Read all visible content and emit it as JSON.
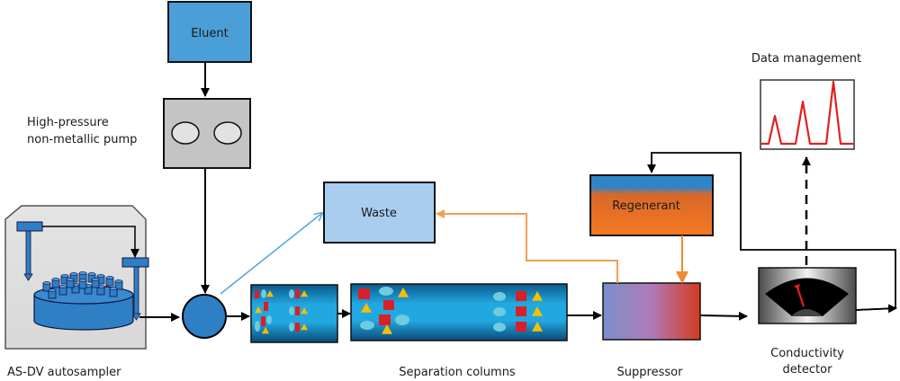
{
  "diagram": {
    "title": "Ion chromatography system flow",
    "components": {
      "eluent": {
        "label": "Eluent"
      },
      "pump": {
        "label_line1": "High-pressure",
        "label_line2": "non-metallic pump"
      },
      "autosampler": {
        "label": "AS-DV autosampler"
      },
      "waste": {
        "label": "Waste"
      },
      "columns": {
        "label": "Separation columns"
      },
      "regenerant": {
        "label": "Regenerant"
      },
      "suppressor": {
        "label": "Suppressor"
      },
      "detector": {
        "label_line1": "Conductivity",
        "label_line2": "detector"
      },
      "data": {
        "label": "Data management"
      }
    },
    "colors": {
      "eluent": "#4a9fd8",
      "pump": "#c8c8c8",
      "waste": "#a8cdee",
      "regenerant_top": "#2e86c8",
      "regenerant_bottom": "#f07a1e",
      "waste_line": "#5aa8e0",
      "orange_line": "#f0a050",
      "peak": "#e02020",
      "injector": "#2e7fc4"
    },
    "chromatogram_peaks": [
      0.45,
      0.68,
      1.0
    ]
  }
}
